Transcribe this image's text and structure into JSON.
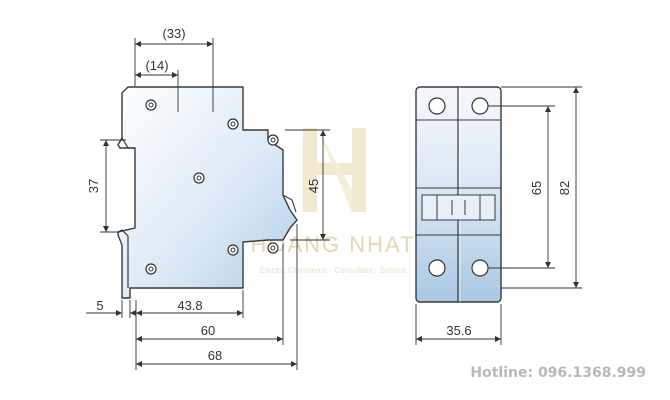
{
  "drawing": {
    "side_view": {
      "top_outer_dim": "(33)",
      "top_inner_dim": "(14)",
      "left_height_dim": "37",
      "slot_height_dim": "45",
      "bottom_small_dim": "5",
      "bottom_dim_1": "43.8",
      "bottom_dim_2": "60",
      "bottom_dim_3": "68"
    },
    "front_view": {
      "inner_height_dim": "65",
      "outer_height_dim": "82",
      "width_dim": "35.6"
    }
  },
  "watermark": {
    "company": "HOANG NHAT",
    "tagline": "Electric Commerce - Consultant - Service"
  },
  "footer": {
    "hotline": "Hotline: 096.1368.999"
  },
  "colors": {
    "body_light": "#f4f8fb",
    "body_shade": "#b9d4ea",
    "outline": "#3a3a3a",
    "watermark": "#e3d7b7"
  }
}
